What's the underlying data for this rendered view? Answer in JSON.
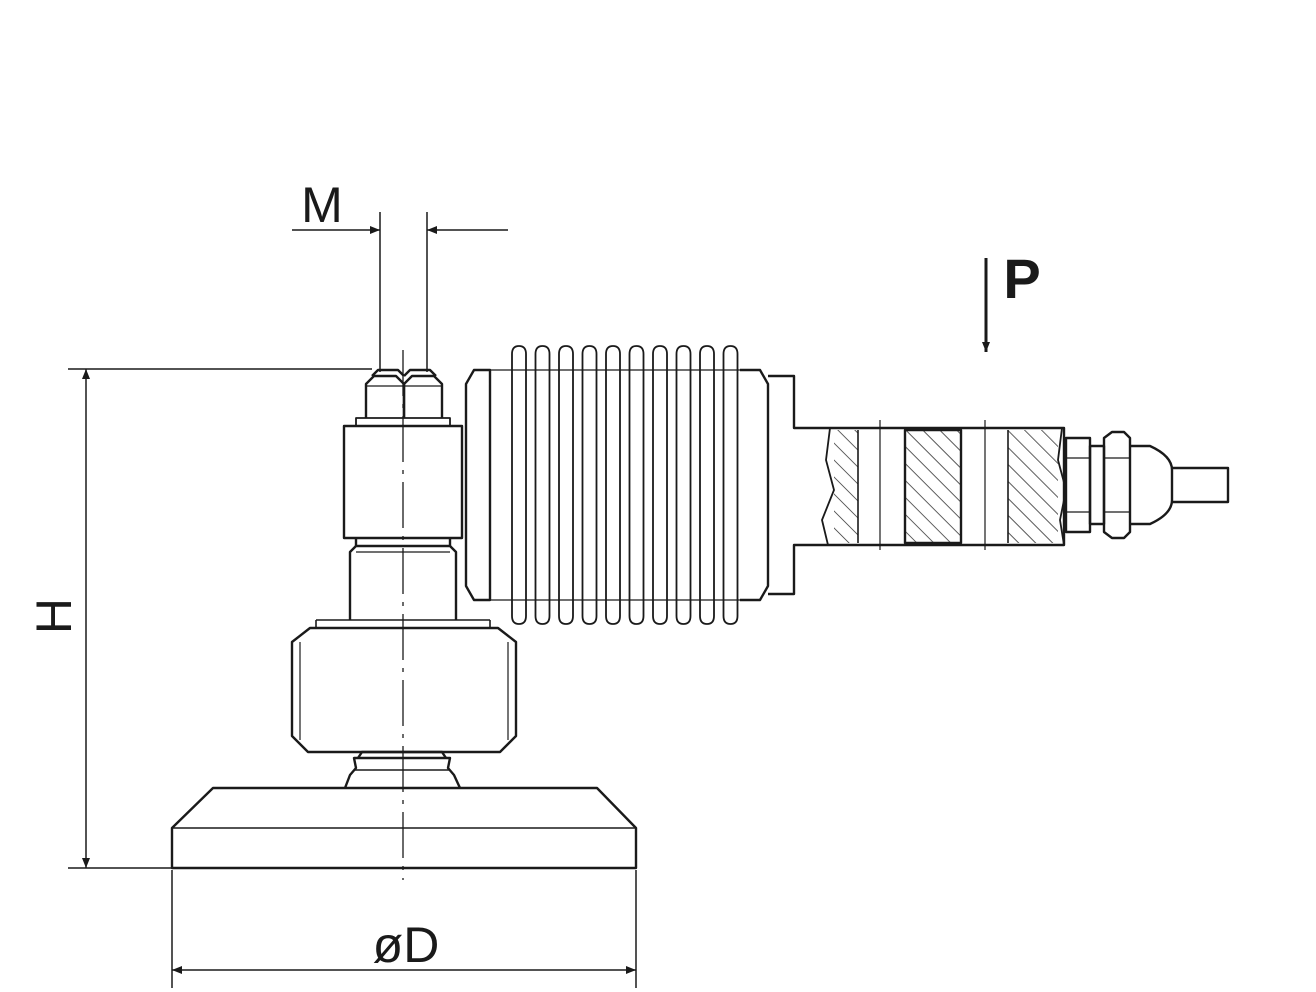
{
  "labels": {
    "thread": "M",
    "height": "H",
    "diameter": "øD",
    "force": "P"
  },
  "colors": {
    "line": "#1a1a1a",
    "background": "#ffffff"
  }
}
